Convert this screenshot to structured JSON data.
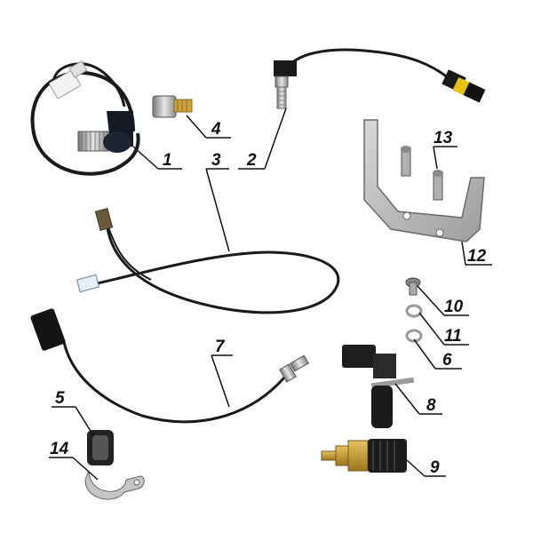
{
  "diagram": {
    "callouts": [
      {
        "id": "c1",
        "label": "1"
      },
      {
        "id": "c2",
        "label": "2"
      },
      {
        "id": "c3",
        "label": "3"
      },
      {
        "id": "c4",
        "label": "4"
      },
      {
        "id": "c5",
        "label": "5"
      },
      {
        "id": "c6",
        "label": "6"
      },
      {
        "id": "c7",
        "label": "7"
      },
      {
        "id": "c8",
        "label": "8"
      },
      {
        "id": "c9",
        "label": "9"
      },
      {
        "id": "c10",
        "label": "10"
      },
      {
        "id": "c11",
        "label": "11"
      },
      {
        "id": "c12",
        "label": "12"
      },
      {
        "id": "c13",
        "label": "13"
      },
      {
        "id": "c14",
        "label": "14"
      }
    ]
  },
  "colors": {
    "cable": "#1a1a1a",
    "metal": "#b8b8b8",
    "bracket": "#c4c4c4",
    "brass": "#c9a23a",
    "connector_yellow": "#e8c400",
    "sensor_body": "#222222"
  }
}
